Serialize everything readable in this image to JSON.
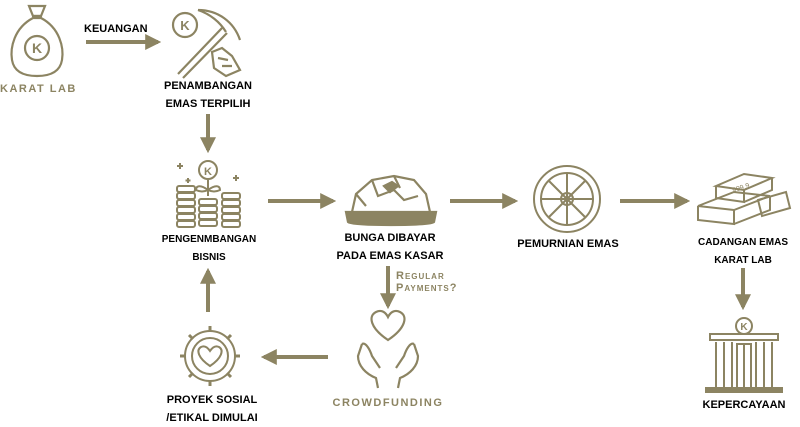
{
  "colors": {
    "gold": "#8c8462",
    "text": "#000000",
    "background": "#ffffff"
  },
  "nodes": {
    "karat_lab": {
      "label": "KARAT LAB",
      "icon": "money-bag-icon"
    },
    "mining": {
      "line1": "PENAMBANGAN",
      "line2": "EMAS TERPILIH",
      "icon": "pickaxe-icon"
    },
    "business": {
      "line1": "PENGENMBANGAN",
      "line2": "BISNIS",
      "icon": "coin-stack-plant-icon"
    },
    "interest": {
      "line1": "BUNGA DIBAYAR",
      "line2": "PADA EMAS KASAR",
      "icon": "gold-nugget-icon"
    },
    "refining": {
      "label": "PEMURNIAN EMAS",
      "icon": "refinery-wheel-icon"
    },
    "reserves": {
      "line1": "CADANGAN EMAS",
      "line2": "KARAT LAB",
      "icon": "gold-bars-icon",
      "bar_stamp": "999.9"
    },
    "trust": {
      "label": "KEPERCAYAAN",
      "icon": "bank-building-icon"
    },
    "crowdfunding": {
      "label": "CROWDFUNDING",
      "icon": "heart-hands-icon"
    },
    "social": {
      "line1": "PROYEK SOSIAL",
      "line2": "/ETIKAL DIMULAI",
      "icon": "heart-gear-icon"
    }
  },
  "edges": {
    "keuangan": "KEUANGAN",
    "regular_line1": "Regular",
    "regular_line2": "Payments?"
  },
  "logo_letter": "K"
}
